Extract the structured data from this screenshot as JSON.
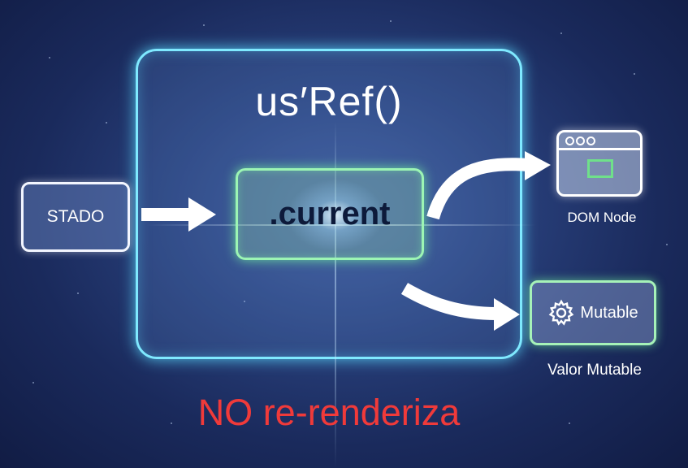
{
  "title": "us′Ref()",
  "nodes": {
    "current": ".current",
    "estado": "STADO",
    "dom_node": "DOM Node",
    "mutable": "Mutable",
    "valor_mutable": "Valor Mutable"
  },
  "warning": "NO re-renderiza",
  "icons": {
    "browser": "browser-window-icon",
    "gear": "gear-icon"
  },
  "colors": {
    "main_border": "#7fe9ff",
    "current_border": "#9cf5b4",
    "warning": "#f03a3a"
  }
}
